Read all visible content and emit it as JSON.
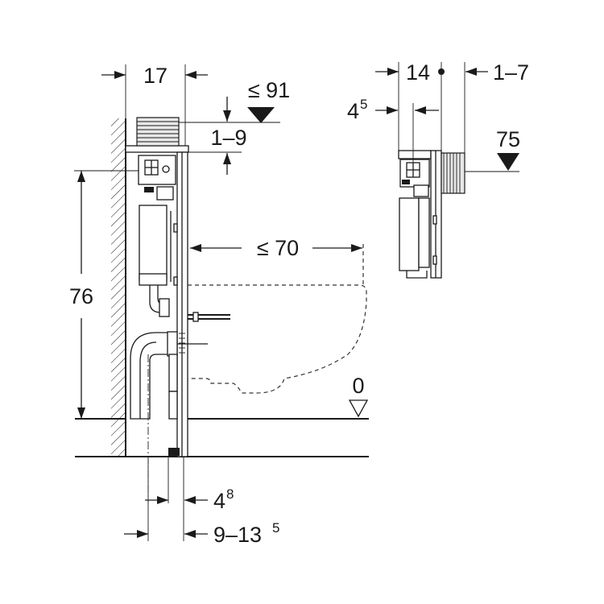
{
  "dimensions": {
    "width_frame": "17",
    "height_max": "≤ 91",
    "top_adjust": "1–9",
    "height_76": "76",
    "projection": "≤ 70",
    "floor_level": "0",
    "pipe_offset": "4",
    "pipe_offset_sup": "8",
    "pipe_range_base": "9–13",
    "pipe_range_sup": "5",
    "side_depth": "14",
    "side_wall": "1–7",
    "side_offset": "4",
    "side_offset_sup": "5",
    "side_height": "75"
  },
  "colors": {
    "line": "#1a1a1a",
    "background": "#ffffff"
  }
}
